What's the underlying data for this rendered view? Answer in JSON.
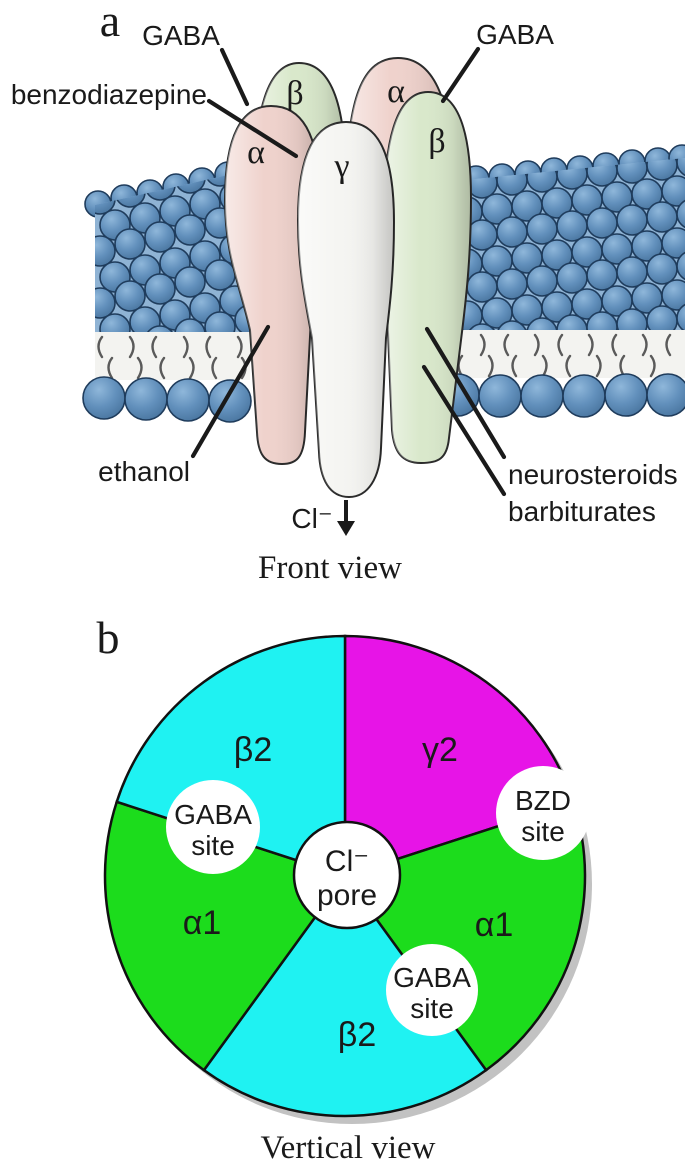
{
  "figure": {
    "type": "GABA-A receptor subunit diagram",
    "panel_a_caption": "Front view",
    "panel_b_caption": "Vertical view"
  },
  "panel_a": {
    "label": "a",
    "annotations": {
      "gaba_left": "GABA",
      "gaba_right": "GABA",
      "benzodiazepine": "benzodiazepine",
      "ethanol": "ethanol",
      "neurosteroids": "neurosteroids",
      "barbiturates": "barbiturates",
      "chloride": "Cl⁻"
    },
    "subunit_labels": {
      "alpha_left": "α",
      "beta_back_left": "β",
      "alpha_back_right": "α",
      "beta_right": "β",
      "gamma_front": "γ"
    },
    "colors": {
      "alpha_fill": "#efd2cc",
      "beta_fill": "#d9e8cb",
      "gamma_fill": "#f5f5f2",
      "lipid_head": "#6290bc",
      "membrane_interior": "#f3f3f0"
    }
  },
  "panel_b": {
    "label": "b",
    "sectors": [
      {
        "name": "beta2-top-left",
        "label": "β2",
        "color": "#1ff2f2"
      },
      {
        "name": "gamma2",
        "label": "γ2",
        "color": "#e714e7"
      },
      {
        "name": "alpha1-right",
        "label": "α1",
        "color": "#1cdc1c"
      },
      {
        "name": "beta2-bottom",
        "label": "β2",
        "color": "#1ff2f2"
      },
      {
        "name": "alpha1-left",
        "label": "α1",
        "color": "#1cdc1c"
      }
    ],
    "sites": [
      {
        "name": "gaba-site-upper",
        "line1": "GABA",
        "line2": "site"
      },
      {
        "name": "bzd-site",
        "line1": "BZD",
        "line2": "site"
      },
      {
        "name": "gaba-site-lower",
        "line1": "GABA",
        "line2": "site"
      }
    ],
    "pore": {
      "line1": "Cl⁻",
      "line2": "pore"
    },
    "site_circle_color": "#ffffff"
  }
}
